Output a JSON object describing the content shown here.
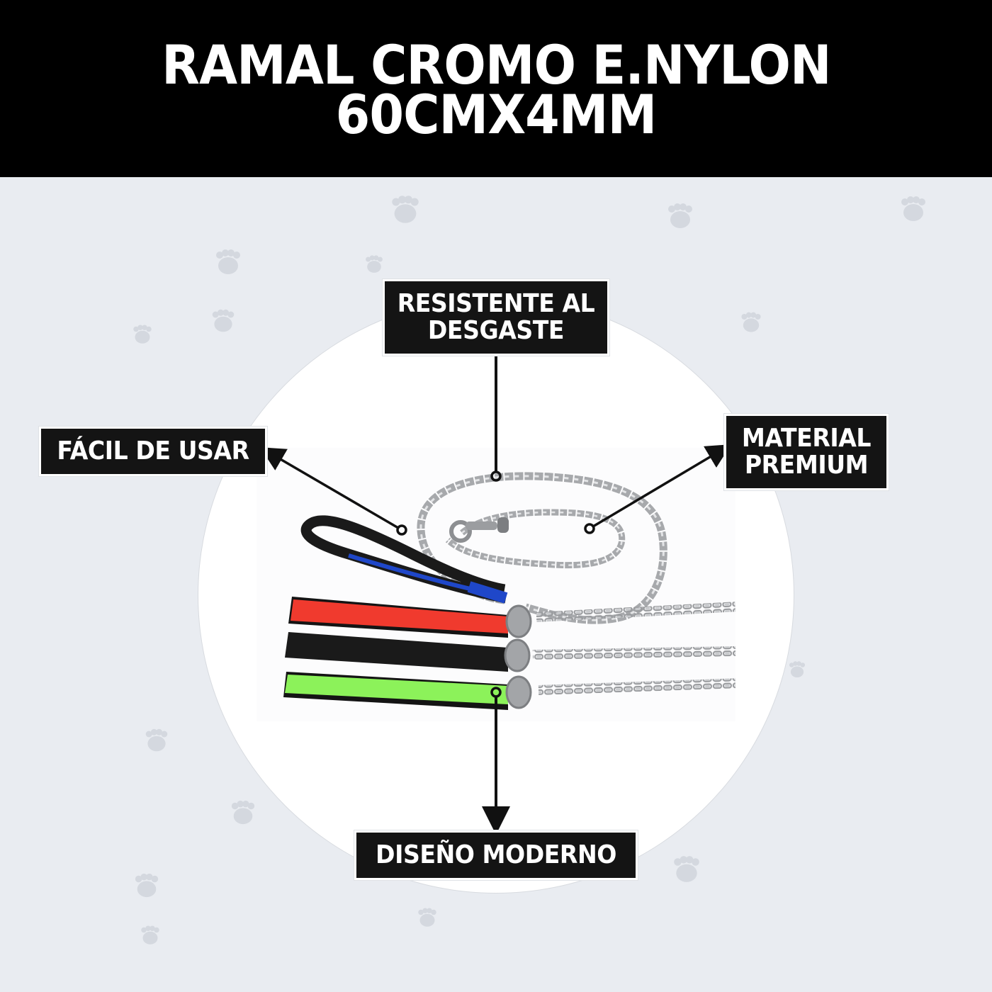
{
  "header": {
    "title_line1": "RAMAL CROMO E.NYLON",
    "title_line2": "60CMX4MM"
  },
  "colors": {
    "header_bg": "#000000",
    "page_bg": "#e9ecf1",
    "paw": "#d4d8df",
    "label_bg": "#141414",
    "label_text": "#ffffff",
    "handle_blue": "#1f47c9",
    "handle_red": "#f03a2e",
    "handle_black": "#1a1a1a",
    "handle_green": "#8cf25a",
    "chain": "#a9abae"
  },
  "callouts": {
    "top": {
      "line1": "RESISTENTE AL",
      "line2": "DESGASTE"
    },
    "left": {
      "line1": "FÁCIL DE USAR"
    },
    "right": {
      "line1": "MATERIAL",
      "line2": "PREMIUM"
    },
    "bottom": {
      "line1": "DISEÑO MODERNO"
    }
  },
  "product": {
    "name": "chrome chain leash with nylon handle",
    "handle_variants": [
      "blue",
      "red",
      "black",
      "green"
    ]
  },
  "decor": {
    "icon": "paw-print-icon",
    "paw_positions": [
      [
        572,
        296,
        44
      ],
      [
        960,
        305,
        40
      ],
      [
        1289,
        295,
        40
      ],
      [
        322,
        370,
        40
      ],
      [
        528,
        373,
        28
      ],
      [
        315,
        453,
        36
      ],
      [
        201,
        472,
        30
      ],
      [
        1060,
        455,
        32
      ],
      [
        1125,
        945,
        26
      ],
      [
        221,
        1045,
        36
      ],
      [
        343,
        1147,
        38
      ],
      [
        207,
        1250,
        38
      ],
      [
        212,
        1320,
        30
      ],
      [
        603,
        1295,
        30
      ],
      [
        969,
        1227,
        42
      ]
    ]
  }
}
